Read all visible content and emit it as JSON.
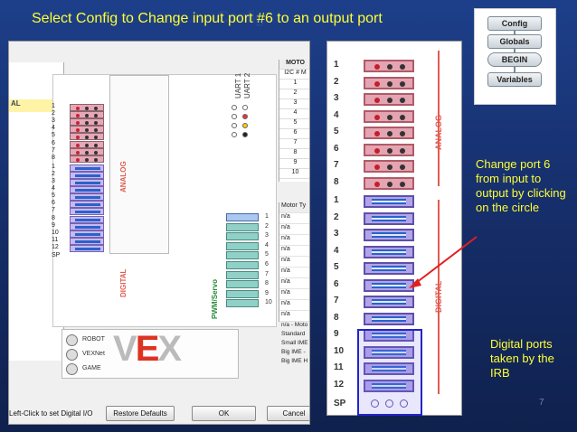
{
  "slide": {
    "title": "Select Config to Change input port #6 to an output port",
    "ghost_title": "Config",
    "page_number": "7",
    "annotation_change": "Change port 6 from input to output by clicking on the circle",
    "annotation_irb": "Digital ports taken by the IRB"
  },
  "palette": {
    "items": [
      "Config",
      "Globals",
      "BEGIN",
      "Variables"
    ]
  },
  "left_window": {
    "sidebar_header": "AL",
    "i2c_header": "MOTO",
    "i2c_col": "I2C #",
    "i2c_col2": "M",
    "i2c_rows": [
      "1",
      "2",
      "3",
      "4",
      "5",
      "6",
      "7",
      "8",
      "9",
      "10"
    ],
    "uart_labels": [
      "UART 1",
      "UART 2"
    ],
    "analog_label": "ANALOG",
    "digital_label": "DIGITAL",
    "pwm_label": "PWM/Servo",
    "analog_ports": [
      "1",
      "2",
      "3",
      "4",
      "5",
      "6",
      "7",
      "8"
    ],
    "digital_ports": [
      "1",
      "2",
      "3",
      "4",
      "5",
      "6",
      "7",
      "8",
      "9",
      "10",
      "11",
      "12"
    ],
    "sp_label": "SP",
    "motor_ports": [
      "1",
      "2",
      "3",
      "4",
      "5",
      "6",
      "7",
      "8",
      "9",
      "10"
    ],
    "motor_type_header": "Motor Ty",
    "motor_types": [
      "n/a",
      "n/a",
      "n/a",
      "n/a",
      "n/a",
      "n/a",
      "n/a",
      "n/a",
      "n/a",
      "n/a"
    ],
    "legend": [
      "n/a - Moto",
      "Standard",
      "Small IME",
      "Big IME -",
      "Big IME H"
    ],
    "leds": [
      "ROBOT",
      "VEXNet",
      "GAME"
    ],
    "logo_left": "V",
    "logo_mid": "E",
    "logo_right": "X",
    "bottom_hint": "Left-Click to set Digital I/O",
    "restore_button": "Restore Defaults",
    "ok_button": "OK",
    "cancel_button": "Cancel"
  },
  "right_zoom": {
    "analog_ports": [
      "1",
      "2",
      "3",
      "4",
      "5",
      "6",
      "7",
      "8"
    ],
    "digital_ports": [
      "1",
      "2",
      "3",
      "4",
      "5",
      "6",
      "7",
      "8",
      "9",
      "10",
      "11",
      "12"
    ],
    "sp_label": "SP",
    "analog_label": "ANALOG",
    "digital_label": "DIGITAL"
  },
  "colors": {
    "title": "#ffff33",
    "analog_pin": "#e5a4b1",
    "digital_pin": "#b3a4e8",
    "irb_box": "#2424c8",
    "arrow": "#e02020"
  }
}
